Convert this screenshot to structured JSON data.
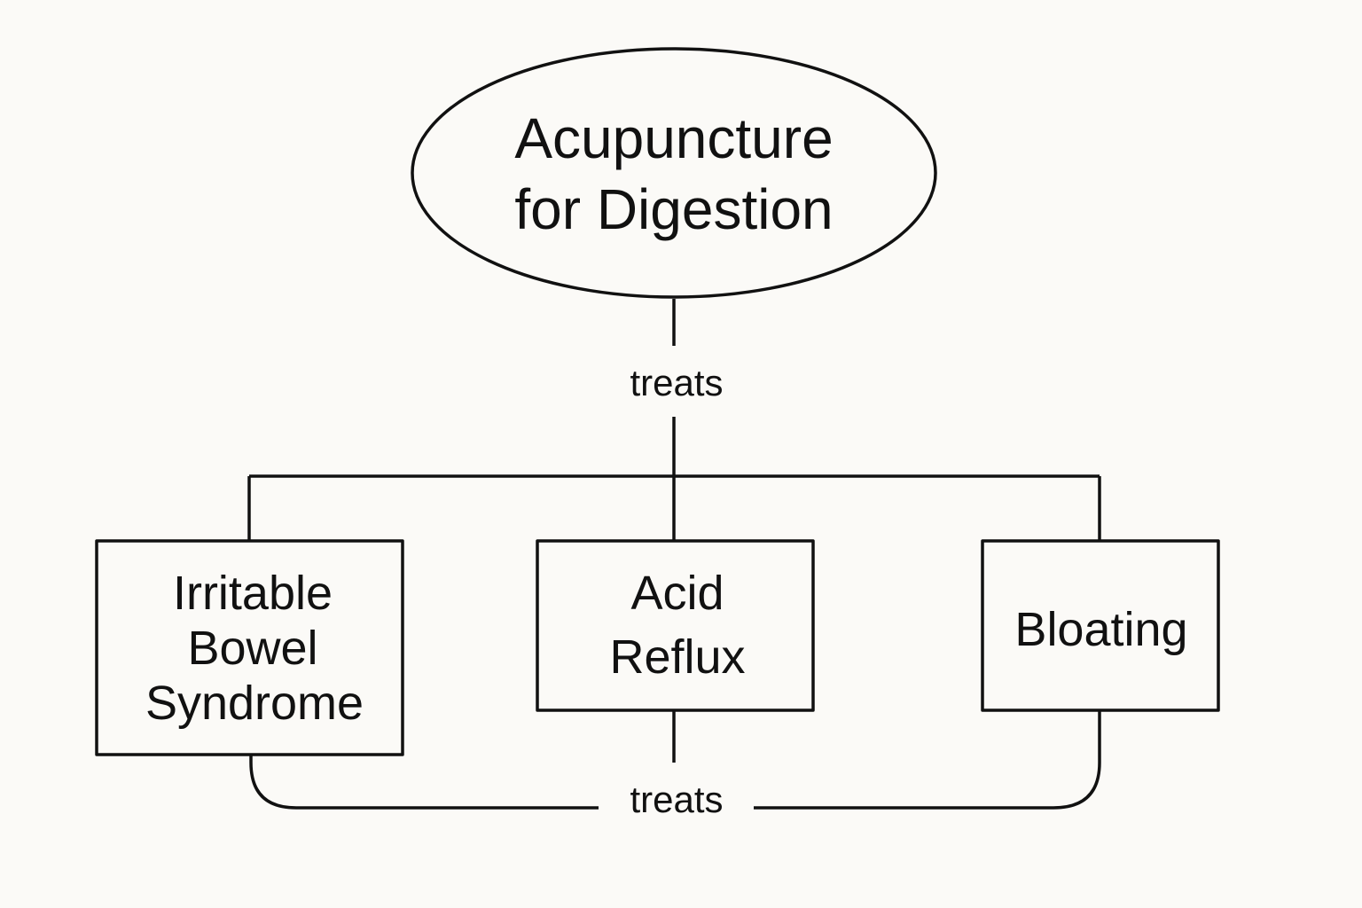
{
  "diagram": {
    "root": {
      "label_line1": "Acupuncture",
      "label_line2": "for Digestion"
    },
    "edge_top_label": "treats",
    "edge_bottom_label": "treats",
    "nodes": [
      {
        "id": "ibs",
        "lines": [
          "Irritable",
          "Bowel",
          "Syndrome"
        ]
      },
      {
        "id": "acid-reflux",
        "lines": [
          "Acid",
          "Reflux"
        ]
      },
      {
        "id": "bloating",
        "lines": [
          "Bloating"
        ]
      }
    ]
  },
  "colors": {
    "background": "#fbfaf7",
    "stroke": "#111111",
    "text": "#111111"
  }
}
